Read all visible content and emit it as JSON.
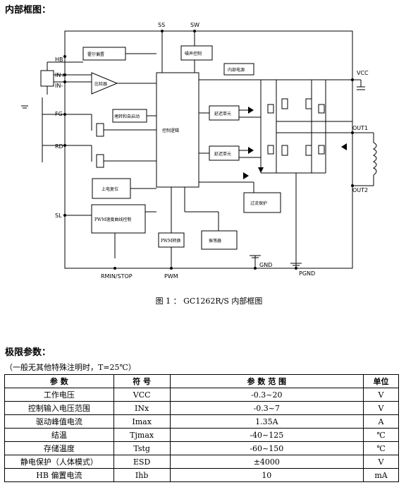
{
  "block_title": "内部框图：",
  "diagram": {
    "pins": {
      "hb": "HB",
      "inp": "IN+",
      "inn": "IN-",
      "fg": "FG",
      "rd": "RD",
      "sl": "SL",
      "ss": "SS",
      "sw": "SW",
      "vcc": "VCC",
      "out1": "OUT1",
      "out2": "OUT2",
      "rmin": "RMIN/STOP",
      "pwm": "PWM",
      "gnd": "GND",
      "pgnd": "PGND"
    },
    "blocks": {
      "hall_bias": "霍尔偏置",
      "comparator": "比较器",
      "lock_restart": "堵转和自启动",
      "power_reset": "上电复位",
      "pwm_curve": "PWM速度曲线控制",
      "pwm_conv": "PWM转换",
      "noise_ctrl": "噪声控制",
      "int_power": "内部电源",
      "ctrl_logic": "控制逻辑",
      "delay1": "延迟单元",
      "delay2": "延迟单元",
      "ocp": "过流保护",
      "oscillator": "振荡器"
    }
  },
  "caption": "图 1 ： GC1262R/S 内部框图",
  "limits_title": "极限参数：",
  "limits_note": "（一般无其他特殊注明时，T=25℃）",
  "table": {
    "headers": [
      "参    数",
      "符 号",
      "参    数    范    围",
      "单位"
    ],
    "rows": [
      [
        "工作电压",
        "VCC",
        "-0.3~20",
        "V"
      ],
      [
        "控制输入电压范围",
        "INx",
        "-0.3~7",
        "V"
      ],
      [
        "驱动峰值电流",
        "Imax",
        "1.35A",
        "A"
      ],
      [
        "结温",
        "Tjmax",
        "-40~125",
        "℃"
      ],
      [
        "存储温度",
        "Tstg",
        "-60~150",
        "℃"
      ],
      [
        "静电保护（人体模式）",
        "ESD",
        "±4000",
        "V"
      ],
      [
        "HB 偏置电流",
        "Ihb",
        "10",
        "mA"
      ]
    ]
  }
}
